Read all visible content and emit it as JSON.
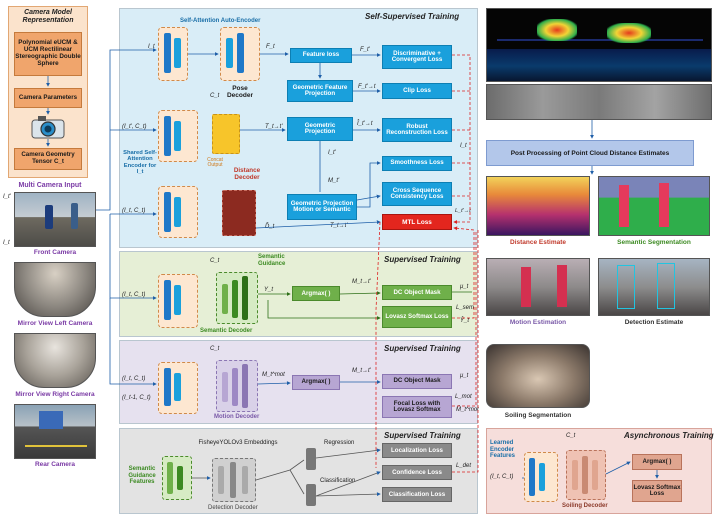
{
  "camera_model": {
    "title": "Camera Model Representation",
    "box1": "Polynomial eUCM & UCM Rectilinear Stereographic Double Sphere",
    "box2": "Camera Parameters",
    "box3": "Camera Geometry Tensor C_t"
  },
  "inputs": {
    "title": "Multi Camera Input",
    "cams": [
      "Front Camera",
      "Mirror View Left Camera",
      "Mirror View Right Camera",
      "Rear Camera"
    ],
    "it_top": "I_t'",
    "it_bot": "I_t"
  },
  "self_sup": {
    "title": "Self-Supervised Training",
    "sa_label": "Self-Attention Auto-Encoder",
    "pose_decoder": "Pose Decoder",
    "shared_encoder": "Shared Self-Attention Encoder for I_t",
    "distance_decoder": "Distance Decoder",
    "boxes": {
      "feature_loss": "Feature loss",
      "geo_feat_proj": "Geometric Feature Projection",
      "geo_proj": "Geometric Projection",
      "geo_proj_motion": "Geometric Projection Motion or Semantic",
      "disc_loss": "Discriminative + Convergent Loss",
      "clip_loss": "Clip Loss",
      "robust_loss": "Robust Reconstruction Loss",
      "smooth_loss": "Smoothness Loss",
      "cross_loss": "Cross Sequence Consistency Loss",
      "mtl_loss": "MTL Loss"
    },
    "labels": {
      "it": "I_t",
      "ft": "F_t",
      "ft_prime": "F_t'",
      "ft_to_t": "F_t'→t",
      "it_to_t": "Î_t'→t",
      "tt_to_t": "T_t→t'",
      "it_prime": "I_t'",
      "mt_prime": "M_t'",
      "it_label": "I_t",
      "dt": "D̂_t",
      "tt_prime": "T_t→t'",
      "lt_prime": "L_t'→t",
      "ct": "C_t",
      "input_pair": "(I_t', C_t)",
      "input_pair2": "(I_t, C_t)",
      "concat": "Concat Output"
    }
  },
  "semantic": {
    "title": "Supervised Training",
    "guidance": "Semantic Guidance",
    "decoder": "Semantic Decoder",
    "argmax": "Argmax( )",
    "dc_mask": "DC Object Mask",
    "lovasz": "Lovasz Softmax Loss",
    "input": "(I_t, C_t)",
    "ct": "C_t",
    "yt": "Y_t",
    "mt": "M_t→t'",
    "mu": "μ_t",
    "lsem": "L_sem",
    "yhat": "Ŷ_t"
  },
  "motion": {
    "title": "Supervised Training",
    "decoder": "Motion Decoder",
    "argmax": "Argmax( )",
    "dc_mask": "DC Object Mask",
    "focal": "Focal Loss with Lovasz Softmax",
    "input1": "(I_t, C_t)",
    "input2": "(I_t-1, C_t)",
    "ct": "C_t",
    "mmot": "M_t^mot",
    "mt": "M_t→t'",
    "mu": "μ_t",
    "lmot": "L_mot",
    "mhat": "M̂_t^mot"
  },
  "detection": {
    "title": "Supervised Training",
    "embeddings": "FisheyeYOLOv3 Embeddings",
    "guidance": "Semantic Guidance Features",
    "decoder": "Detection Decoder",
    "regression": "Regression",
    "classification": "Classification",
    "loc_loss": "Localization Loss",
    "conf_loss": "Confidence Loss",
    "class_loss": "Classification Loss",
    "ldet": "L_det"
  },
  "outputs": {
    "post": "Post Processing of Point Cloud Distance Estimates",
    "distance": "Distance Estimate",
    "semseg": "Semantic Segmentation",
    "motion": "Motion Estimation",
    "detection": "Detection Estimate",
    "soiling": "Soiling Segmentation"
  },
  "async": {
    "title": "Asynchronous Training",
    "learned": "Learned Encoder Features",
    "input": "(I_t, C_t)",
    "ct": "C_t",
    "decoder": "Soiling Decoder",
    "argmax": "Argmax( )",
    "loss": "Lovasz Softmax Loss"
  },
  "colors": {
    "blue_panel": "#d9edf7",
    "green_panel": "#e6efd6",
    "purple_panel": "#e6e1ef",
    "gray_panel": "#e3e3e3",
    "pink_panel": "#f6dedb",
    "blue_box": "#1aa0dc",
    "mtl_red": "#e3261e",
    "orange_box": "#f0a56c"
  }
}
